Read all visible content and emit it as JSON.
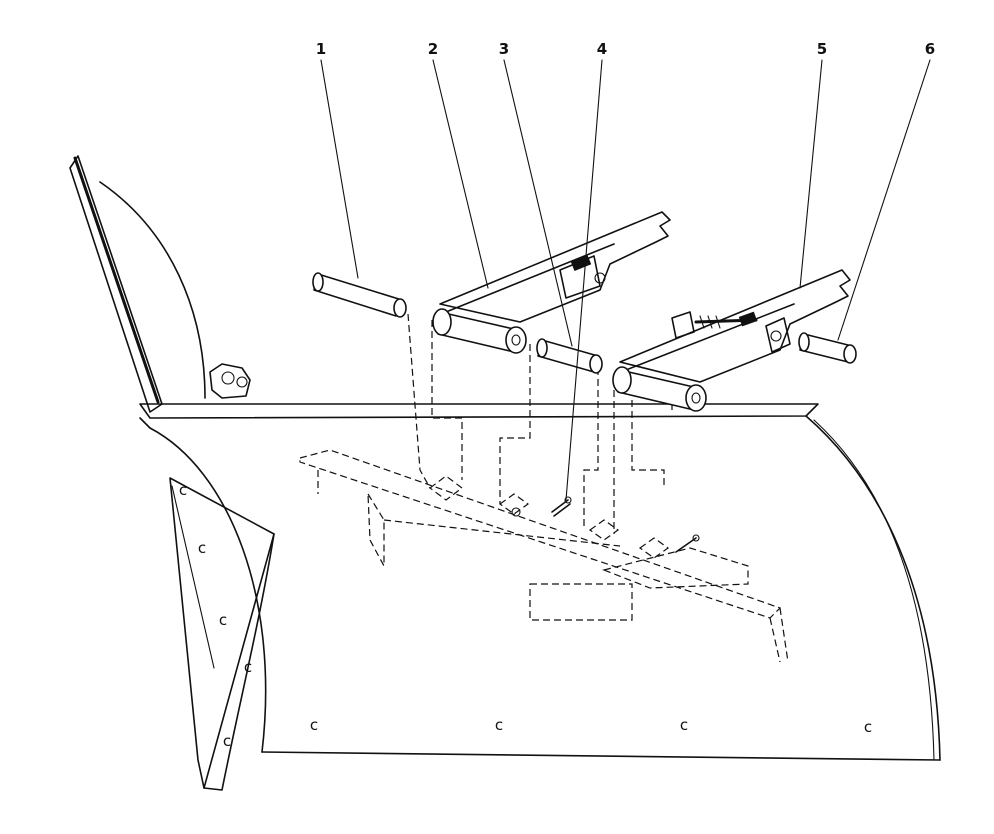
{
  "callouts": [
    {
      "label": "1"
    },
    {
      "label": "2"
    },
    {
      "label": "3"
    },
    {
      "label": "4"
    },
    {
      "label": "5"
    },
    {
      "label": "6"
    }
  ],
  "colors": {
    "ink": "#111111",
    "paper": "#ffffff"
  }
}
